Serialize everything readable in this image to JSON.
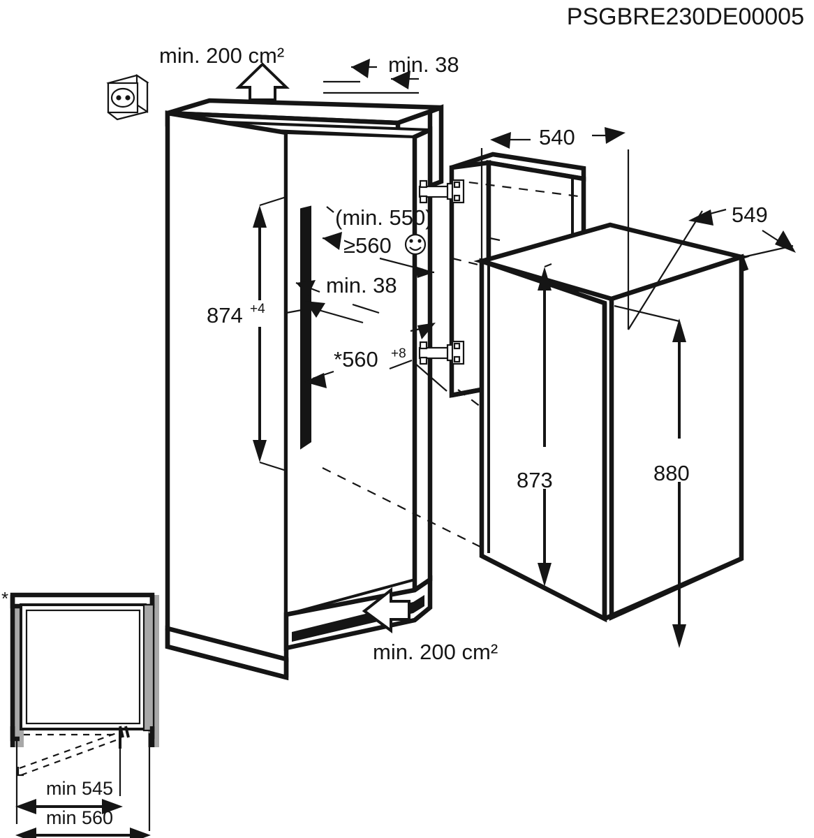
{
  "document": {
    "title": "PSGBRE230DE00005",
    "type": "built-in refrigerator installation dimension drawing",
    "units": "mm"
  },
  "labels": {
    "top_ventilation": "min. 200 cm²",
    "bottom_ventilation": "min. 200 cm²",
    "top_gap": "min. 38",
    "side_gap": "min. 38",
    "niche_depth_bracket": "(min. 550)",
    "niche_depth": "≥560",
    "niche_depth_icon": "☺",
    "niche_height": "874",
    "niche_height_tolerance": "+4",
    "niche_width": "*560",
    "niche_width_tolerance": "+8",
    "niche_width_star": "*",
    "appliance_depth_top": "540",
    "appliance_depth_base": "549",
    "appliance_height_body": "873",
    "appliance_height_total": "880",
    "inset_star": "*",
    "inset_min_545": "min 545",
    "inset_min_560": "min 560"
  },
  "icons": {
    "socket": "power-socket-icon",
    "smiley": "smiley-face-icon",
    "arrow_up": "ventilation-arrow-up-icon",
    "arrow_in": "ventilation-arrow-in-icon",
    "hinge_top": "door-hinge-icon",
    "hinge_bottom": "door-hinge-icon"
  },
  "colors": {
    "line": "#151515",
    "background": "#ffffff",
    "inset_fill": "#a8a8a8"
  }
}
